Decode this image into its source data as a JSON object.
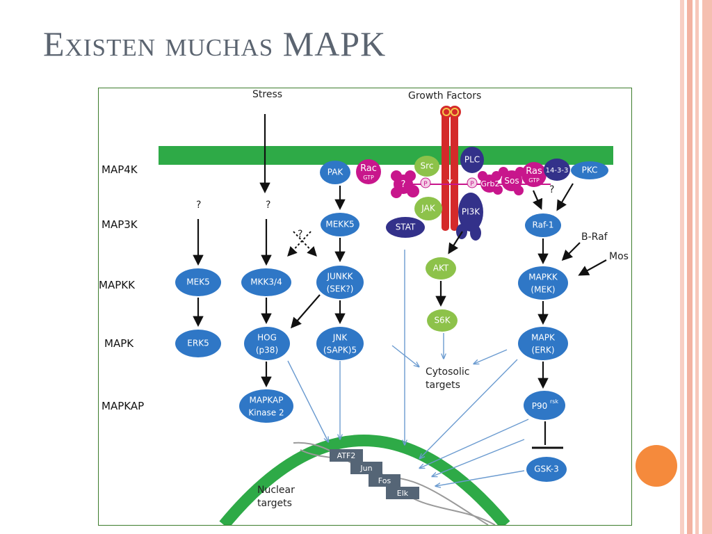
{
  "slide": {
    "title": "Existen muchas MAPK",
    "accent_color": "#f4b8a8",
    "bullet_color": "#f58a3c"
  },
  "diagram": {
    "levels": [
      "MAP4K",
      "MAP3K",
      "MAPKK",
      "MAPK",
      "MAPKAP"
    ],
    "stimuli": {
      "stress": "Stress",
      "growth": "Growth Factors"
    },
    "question": "?",
    "receptor_site": "Y",
    "phospho": "P",
    "nodes": {
      "pak": "PAK",
      "rac": "Rac",
      "rac_sub": "GTP",
      "src": "Src",
      "plc": "PLC",
      "grb2": "Grb2",
      "sos": "Sos",
      "ras": "Ras",
      "ras_sub": "GTP",
      "p1433": "14-3-3",
      "pkc": "PKC",
      "mekk5": "MEKK5",
      "jak": "JAK",
      "stat": "STAT",
      "pi3k": "PI3K",
      "raf1": "Raf-1",
      "braf": "B-Raf",
      "mos": "Mos",
      "mek5": "MEK5",
      "mkk34": "MKK3/4",
      "junkk_1": "JUNKK",
      "junkk_2": "(SEK?)",
      "akt": "AKT",
      "mapkk_1": "MAPKK",
      "mapkk_2": "(MEK)",
      "erk5": "ERK5",
      "hog_1": "HOG",
      "hog_2": "(p38)",
      "jnk_1": "JNK",
      "jnk_2": "(SAPK)5",
      "s6k": "S6K",
      "mapk_1": "MAPK",
      "mapk_2": "(ERK)",
      "mapkap_1": "MAPKAP",
      "mapkap_2": "Kinase 2",
      "p90": "P90",
      "p90_sup": "rsk",
      "gsk3": "GSK-3"
    },
    "targets": {
      "cyto_1": "Cytosolic",
      "cyto_2": "targets",
      "nuclear_1": "Nuclear",
      "nuclear_2": "targets"
    },
    "transcription_factors": [
      "ATF2",
      "Jun",
      "Fos",
      "Elk"
    ],
    "colors": {
      "membrane": "#2eaa47",
      "kinase_blue": "#2f77c6",
      "magenta": "#c8168c",
      "green_node": "#8dc24a",
      "dark_navy": "#33318a",
      "receptor": "#d42a2a",
      "target_arrow": "#6b9bd0",
      "tf_box": "#556576"
    }
  }
}
